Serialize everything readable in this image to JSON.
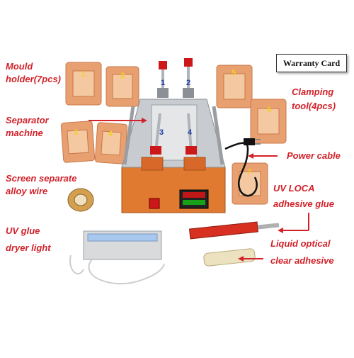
{
  "warranty_card": "Warranty Card",
  "labels": {
    "mould_line1": "Mould",
    "mould_line2": "holder(7pcs)",
    "separator_line1": "Separator",
    "separator_line2": "machine",
    "screen_line1": "Screen separate",
    "screen_line2": "alloy wire",
    "uvglue_line1": "UV glue",
    "uvglue_line2": "dryer light",
    "clamping_line1": "Clamping",
    "clamping_line2": "tool(4pcs)",
    "power": "Power cable",
    "loca_line1": "UV LOCA",
    "loca_line2": "adhesive glue",
    "liquid_line1": "Liquid optical",
    "liquid_line2": "clear adhesive"
  },
  "mould_numbers": [
    "1",
    "2",
    "3",
    "4",
    "5",
    "6",
    "7"
  ],
  "clamp_numbers": [
    "1",
    "2",
    "3",
    "4"
  ],
  "colors": {
    "label_red": "#d2222a",
    "mould_orange": "#e8a070",
    "machine_orange": "#e07a30",
    "steel": "#c8ccd0",
    "arrow_blue": "#1e3fa8",
    "mould_number": "#f5d020"
  }
}
